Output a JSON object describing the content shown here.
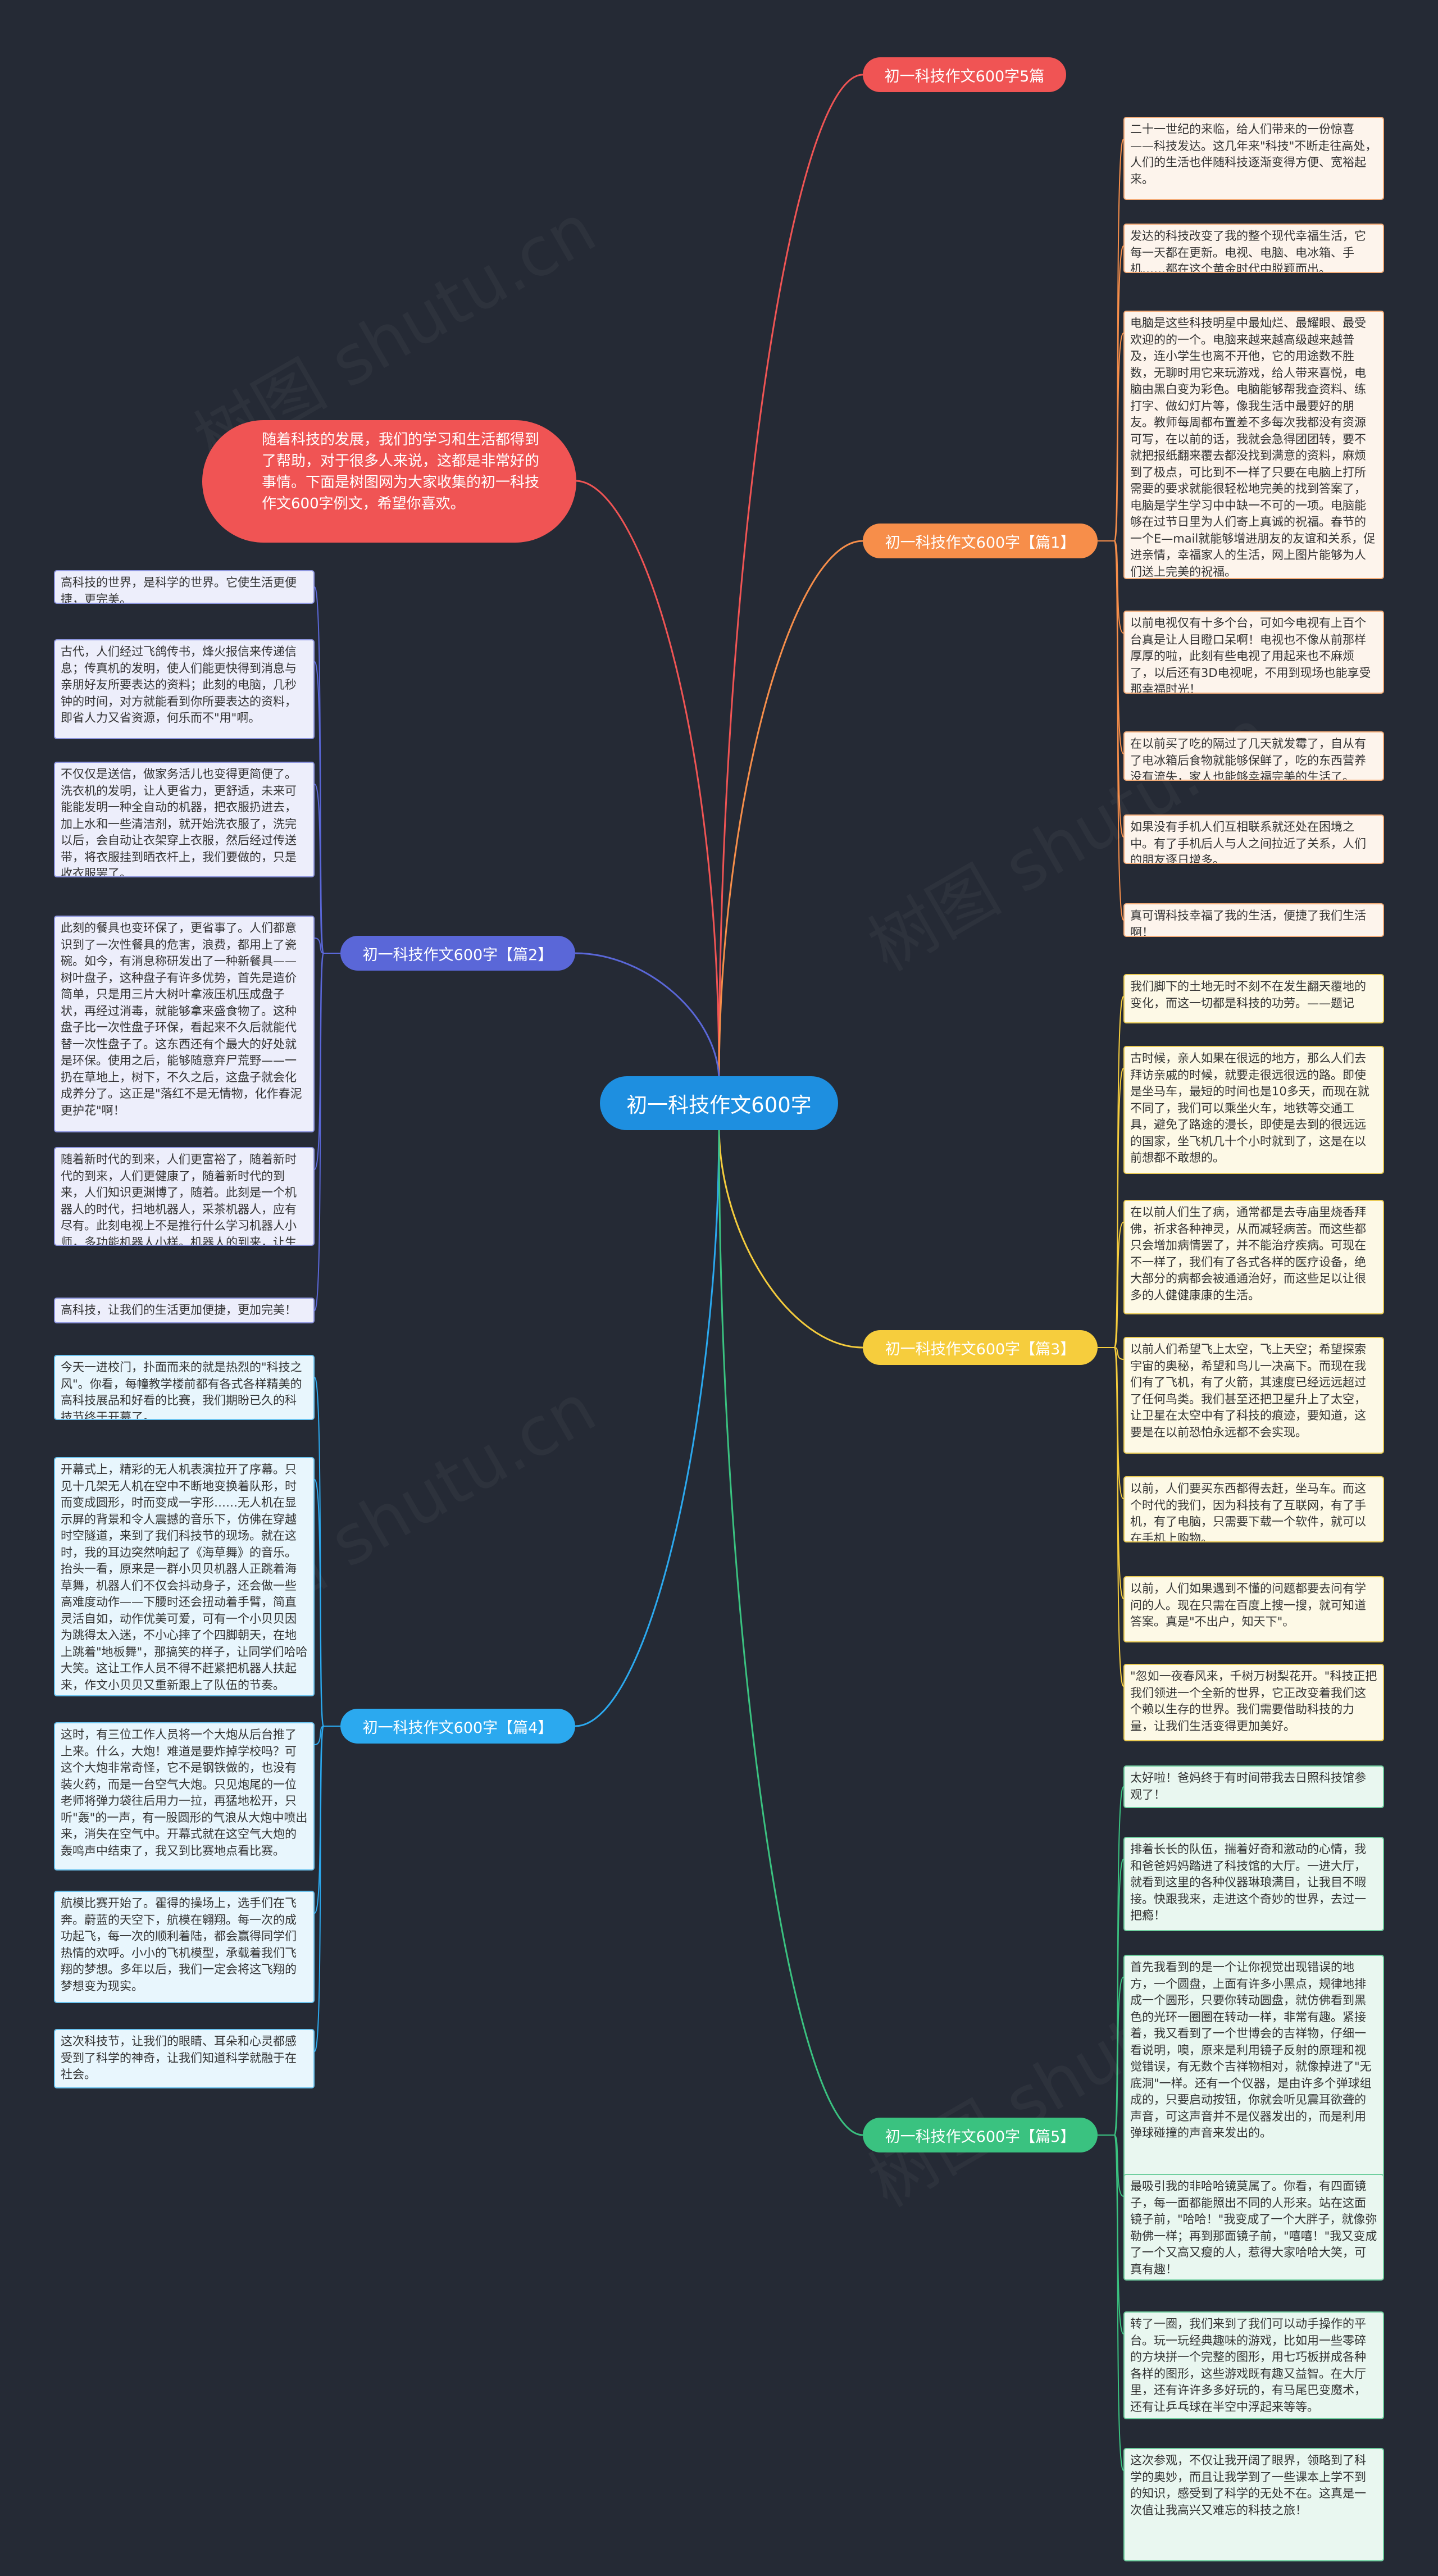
{
  "root": {
    "title": "初一科技作文600字"
  },
  "intro": {
    "text": "随着科技的发展，我们的学习和生活都得到了帮助，对于很多人来说，这都是非常好的事情。下面是树图网为大家收集的初一科技作文600字例文，希望你喜欢。"
  },
  "colors": {
    "background": "#252a35",
    "root": "#1e8fe0",
    "intro": "#f05454",
    "b0": "#f05454",
    "b1": "#f78e4a",
    "b2": "#5a67d8",
    "b3": "#f6cd3d",
    "b4": "#2ba9ef",
    "b5": "#3ac280"
  },
  "branches": [
    {
      "key": "b0",
      "label": "初一科技作文600字5篇",
      "leaves": []
    },
    {
      "key": "b1",
      "label": "初一科技作文600字【篇1】",
      "leaves": [
        "二十一世纪的来临，给人们带来的一份惊喜——科技发达。这几年来\"科技\"不断走往高处，人们的生活也伴随科技逐渐变得方便、宽裕起来。",
        "发达的科技改变了我的整个现代幸福生活，它每一天都在更新。电视、电脑、电冰箱、手机……都在这个黄金时代中脱颖而出。",
        "电脑是这些科技明星中最灿烂、最耀眼、最受欢迎的的一个。电脑来越来越高级越来越普及，连小学生也离不开他，它的用途数不胜数，无聊时用它来玩游戏，给人带来喜悦，电脑由黑白变为彩色。电脑能够帮我查资料、练打字、做幻灯片等，像我生活中最要好的朋友。教师每周都布置差不多每次我都没有资源可写，在以前的话，我就会急得团团转，要不就把报纸翻来覆去都没找到满意的资料，麻烦到了极点，可比到不一样了只要在电脑上打所需要的要求就能很轻松地完美的找到答案了，电脑是学生学习中中缺一不可的一项。电脑能够在过节日里为人们寄上真诚的祝福。春节的一个E—mail就能够增进朋友的友谊和关系，促进亲情，幸福家人的生活，网上图片能够为人们送上完美的祝福。",
        "以前电视仅有十多个台，可如今电视有上百个台真是让人目瞪口呆啊！电视也不像从前那样厚厚的啦，此刻有些电视了用起来也不麻烦了，以后还有3D电视呢，不用到现场也能享受那幸福时光！",
        "在以前买了吃的隔过了几天就发霉了，自从有了电冰箱后食物就能够保鲜了，吃的东西营养没有流失，家人也能够幸福完美的生活了。",
        "如果没有手机人们互相联系就还处在困境之中。有了手机后人与人之间拉近了关系，人们的朋友逐日增多。",
        "真可谓科技幸福了我的生活，便捷了我们生活啊！"
      ]
    },
    {
      "key": "b2",
      "label": "初一科技作文600字【篇2】",
      "leaves": [
        "高科技的世界，是科学的世界。它使生活更便捷，更完美。",
        "古代，人们经过飞鸽传书，烽火报信来传递信息；传真机的发明，使人们能更快得到消息与亲朋好友所要表达的资料；此刻的电脑，几秒钟的时间，对方就能看到你所要表达的资料，即省人力又省资源，何乐而不\"用\"啊。",
        "不仅仅是送信，做家务活儿也变得更简便了。洗衣机的发明，让人更省力，更舒适，未来可能能发明一种全自动的机器，把衣服扔进去，加上水和一些清洁剂，就开始洗衣服了，洗完以后，会自动让衣架穿上衣服，然后经过传送带，将衣服挂到晒衣杆上，我们要做的，只是收衣服罢了。",
        "此刻的餐具也变环保了，更省事了。人们都意识到了一次性餐具的危害，浪费，都用上了瓷碗。如今，有消息称研发出了一种新餐具——树叶盘子，这种盘子有许多优势，首先是造价简单，只是用三片大树叶拿液压机压成盘子状，再经过消毒，就能够拿来盛食物了。这种盘子比一次性盘子环保，看起来不久后就能代替一次性盘子了。这东西还有个最大的好处就是环保。使用之后，能够随意弃尸荒野——一扔在草地上，树下，不久之后，这盘子就会化成养分了。这正是\"落红不是无情物，化作春泥更护花\"啊！",
        "随着新时代的到来，人们更富裕了，随着新时代的到来，人们更健康了，随着新时代的到来，人们知识更渊博了，随着。此刻是一个机器人的时代，扫地机器人，采茶机器人，应有尽有。此刻电视上不是推行什么学习机器人小师，多功能机器人小样。机器人的到来，让生活更方便，更完美。",
        "高科技，让我们的生活更加便捷，更加完美！"
      ]
    },
    {
      "key": "b3",
      "label": "初一科技作文600字【篇3】",
      "leaves": [
        "我们脚下的土地无时不刻不在发生翻天覆地的变化，而这一切都是科技的功劳。——题记",
        "古时候，亲人如果在很远的地方，那么人们去拜访亲戚的时候，就要走很远很远的路。即使是坐马车，最短的时间也是10多天，而现在就不同了，我们可以乘坐火车，地铁等交通工具，避免了路途的漫长，即使是去到的很远远的国家，坐飞机几十个小时就到了，这是在以前想都不敢想的。",
        "在以前人们生了病，通常都是去寺庙里烧香拜佛，祈求各种神灵，从而减轻病苦。而这些都只会增加病情罢了，并不能治疗疾病。可现在不一样了，我们有了各式各样的医疗设备，绝大部分的病都会被通通治好，而这些足以让很多的人健健康康的生活。",
        "以前人们希望飞上太空，飞上天空；希望探索宇宙的奥秘，希望和鸟儿一决高下。而现在我们有了飞机，有了火箭，其速度已经远远超过了任何鸟类。我们甚至还把卫星升上了太空，让卫星在太空中有了科技的痕迹，要知道，这要是在以前恐怕永远都不会实现。",
        "以前，人们要买东西都得去赶，坐马车。而这个时代的我们，因为科技有了互联网，有了手机，有了电脑，只需要下载一个软件，就可以在手机上购物。",
        "以前，人们如果遇到不懂的问题都要去问有学问的人。现在只需在百度上搜一搜，就可知道答案。真是\"不出户，知天下\"。",
        "\"忽如一夜春风来，千树万树梨花开。\"科技正把我们领进一个全新的世界，它正改变着我们这个赖以生存的世界。我们需要借助科技的力量，让我们生活变得更加美好。"
      ]
    },
    {
      "key": "b4",
      "label": "初一科技作文600字【篇4】",
      "leaves": [
        "今天一进校门，扑面而来的就是热烈的\"科技之风\"。你看，每幢教学楼前都有各式各样精美的高科技展品和好看的比赛，我们期盼已久的科技节终于开幕了。",
        "开幕式上，精彩的无人机表演拉开了序幕。只见十几架无人机在空中不断地变换着队形，时而变成圆形，时而变成一字形……无人机在显示屏的背景和令人震撼的音乐下，仿佛在穿越时空隧道，来到了我们科技节的现场。就在这时，我的耳边突然响起了《海草舞》的音乐。抬头一看，原来是一群小贝贝机器人正跳着海草舞，机器人们不仅会抖动身子，还会做一些高难度动作——下腰时还会扭动着手臂，简直灵活自如，动作优美可爱，可有一个小贝贝因为跳得太入迷，不小心摔了个四脚朝天，在地上跳着\"地板舞\"，那搞笑的样子，让同学们哈哈大笑。这让工作人员不得不赶紧把机器人扶起来，作文小贝贝又重新跟上了队伍的节奏。",
        "这时，有三位工作人员将一个大炮从后台推了上来。什么，大炮！难道是要炸掉学校吗？可这个大炮非常奇怪，它不是钢铁做的，也没有装火药，而是一台空气大炮。只见炮尾的一位老师将弹力袋往后用力一拉，再猛地松开，只听\"轰\"的一声，有一股圆形的气浪从大炮中喷出来，消失在空气中。开幕式就在这空气大炮的轰鸣声中结束了，我又到比赛地点看比赛。",
        "航模比赛开始了。瞿得的操场上，选手们在飞奔。蔚蓝的天空下，航模在翱翔。每一次的成功起飞，每一次的顺利着陆，都会赢得同学们热情的欢呼。小小的飞机模型，承载着我们飞翔的梦想。多年以后，我们一定会将这飞翔的梦想变为现实。",
        "这次科技节，让我们的眼睛、耳朵和心灵都感受到了科学的神奇，让我们知道科学就融于在社会。"
      ]
    },
    {
      "key": "b5",
      "label": "初一科技作文600字【篇5】",
      "leaves": [
        "太好啦！爸妈终于有时间带我去日照科技馆参观了！",
        "排着长长的队伍，揣着好奇和激动的心情，我和爸爸妈妈踏进了科技馆的大厅。一进大厅，就看到这里的各种仪器琳琅满目，让我目不暇接。快跟我来，走进这个奇妙的世界，去过一把瘾！",
        "首先我看到的是一个让你视觉出现错误的地方，一个圆盘，上面有许多小黑点，规律地排成一个圆形，只要你转动圆盘，就仿佛看到黑色的光环一圈圈在转动一样，非常有趣。紧接着，我又看到了一个世博会的吉祥物，仔细一看说明，噢，原来是利用镜子反射的原理和视觉错误，有无数个吉祥物相对，就像掉进了\"无底洞\"一样。还有一个仪器，是由许多个弹球组成的，只要启动按钮，你就会听见震耳欲聋的声音，可这声音并不是仪器发出的，而是利用弹球碰撞的声音来发出的。",
        "最吸引我的非哈哈镜莫属了。你看，有四面镜子，每一面都能照出不同的人形来。站在这面镜子前，\"哈哈！\"我变成了一个大胖子，就像弥勒佛一样；再到那面镜子前，\"嘻嘻！\"我又变成了一个又高又瘦的人，惹得大家哈哈大笑，可真有趣！",
        "转了一圈，我们来到了我们可以动手操作的平台。玩一玩经典趣味的游戏，比如用一些零碎的方块拼一个完整的图形，用七巧板拼成各种各样的图形，这些游戏既有趣又益智。在大厅里，还有许许多多好玩的，有马尾巴变魔术，还有让乒乓球在半空中浮起来等等。",
        "这次参观，不仅让我开阔了眼界，领略到了科学的奥妙，而且让我学到了一些课本上学不到的知识，感受到了科学的无处不在。这真是一次值让我高兴又难忘的科技之旅！"
      ]
    }
  ]
}
